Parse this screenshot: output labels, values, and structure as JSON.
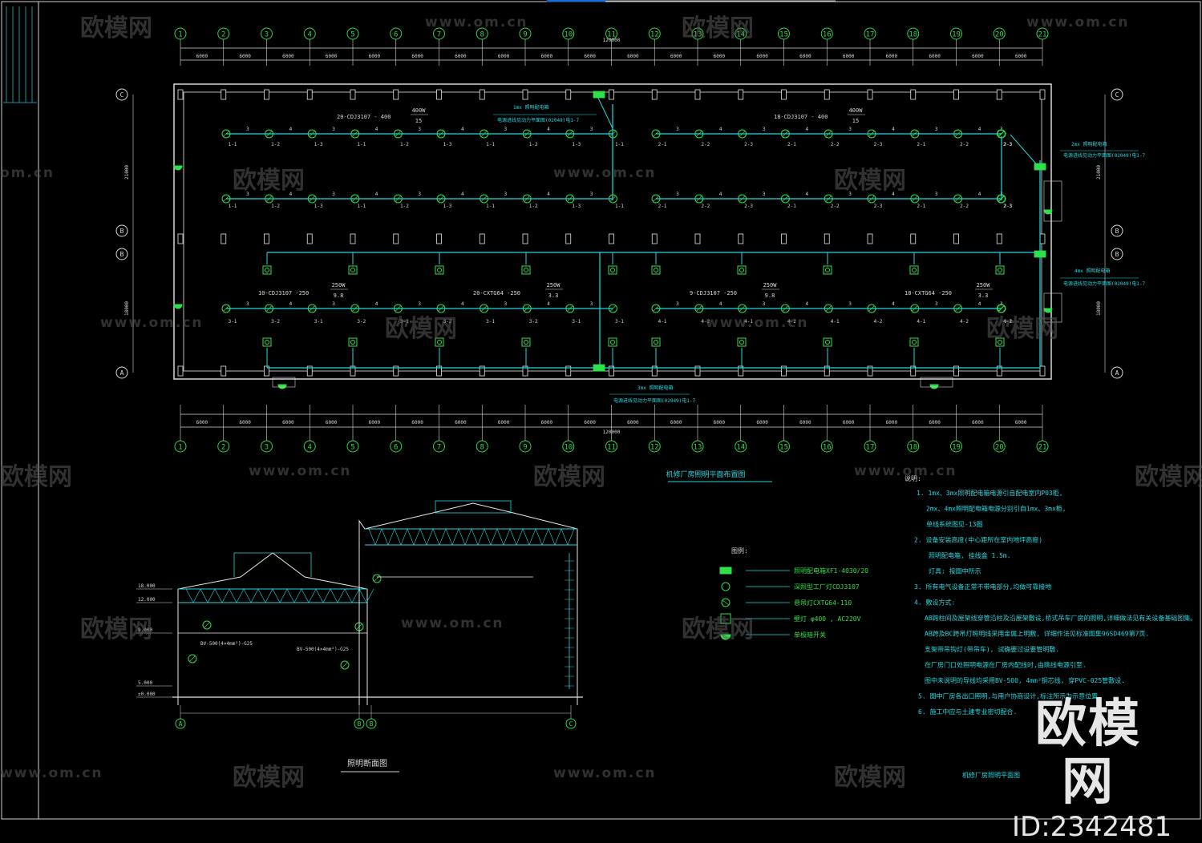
{
  "grid": {
    "column_labels": [
      "1",
      "2",
      "3",
      "4",
      "5",
      "6",
      "7",
      "8",
      "9",
      "10",
      "11",
      "12",
      "13",
      "14",
      "15",
      "16",
      "17",
      "18",
      "19",
      "20",
      "21"
    ],
    "bay_spacing": "6000",
    "total_length": "120000",
    "row_labels_left": [
      "C",
      "B",
      "B",
      "A"
    ],
    "row_labels_right": [
      "C",
      "B",
      "B",
      "A"
    ],
    "row_spacing": [
      "21000",
      "18000"
    ]
  },
  "plan": {
    "title": "机修厂房照明平面布置图",
    "panel_notes": [
      "1mx 照明配电箱",
      "2mx 照明配电箱",
      "3mx 照明配电箱",
      "4mx 照明配电箱"
    ],
    "panel_ref": "电源进线见动力平面图(02049)电1-7",
    "groups": [
      {
        "text": "20-CDJ3107 - 400",
        "power": "400W",
        "count": "15"
      },
      {
        "text": "18-CDJ3107 - 400",
        "power": "400W",
        "count": "15"
      },
      {
        "text": "10-CDJ3107 -250",
        "power": "250W",
        "count": "9.8"
      },
      {
        "text": "20-CXTG64 -250",
        "power": "250W",
        "count": "3.3"
      },
      {
        "text": "9-CDJ3107 -250",
        "power": "250W",
        "count": "9.8"
      },
      {
        "text": "18-CXTG64 -250",
        "power": "250W",
        "count": "3.3"
      }
    ],
    "circuits_top": [
      "1-1",
      "1-2",
      "1-3",
      "1-1",
      "1-2",
      "1-3",
      "1-1",
      "1-2",
      "1-3",
      "1-1",
      "2-1",
      "2-2",
      "2-3",
      "2-1",
      "2-2",
      "2-3",
      "2-1",
      "2-2",
      "2-3",
      "2-3"
    ],
    "circuits_mid": [
      "3-1",
      "3-2",
      "3-1",
      "3-2",
      "3-1",
      "3-2",
      "3-1",
      "3-2",
      "3-1",
      "3-1",
      "4-1",
      "4-2",
      "4-1",
      "4-2",
      "4-1",
      "4-2",
      "4-1",
      "4-2",
      "4-1",
      "4-2"
    ],
    "segment_labels": [
      "3",
      "4"
    ]
  },
  "section": {
    "title": "照明断面图",
    "elevations": [
      "±0.000",
      "5.000",
      "9.000",
      "12.000",
      "18.000"
    ],
    "cable_notes": [
      "BV-500(4×4mm²)-G25",
      "BV-500(4×4mm²)-G25"
    ],
    "axes": [
      "A",
      "B",
      "B",
      "C"
    ]
  },
  "legend": {
    "heading": "图例:",
    "items": [
      {
        "symbol": "panel",
        "text": "照明配电箱XF1-4030/20"
      },
      {
        "symbol": "lamp-a",
        "text": "深照型工厂灯CDJ3107"
      },
      {
        "symbol": "lamp-b",
        "text": "悬吊灯CXTG64-110"
      },
      {
        "symbol": "lamp-c",
        "text": "壁灯 φ400 , AC220V"
      },
      {
        "symbol": "lamp-d",
        "text": "单极暗开关"
      }
    ]
  },
  "notes": {
    "heading": "说明:",
    "lines": [
      "1. 1mx、3mx照明配电箱电源引自配电室内P03柜,",
      "2mx、4mx照明配电箱电源分别引自1mx、3mx柜,",
      "单线系统图见-13图",
      "2. 设备安装高度(中心距所在室内地坪高度)",
      "照明配电箱, 挂线盒 1.5m.",
      "灯具: 按图中所示",
      "3. 所有电气设备正常不带电部分,均做可靠接地",
      "4. 敷设方式:",
      "AB跨柱间及屋架线穿管沿柱及沿屋架敷设,桥式吊车厂房的照明,详细做法见有关设备基础图集。",
      "AB跨及BC跨吊灯照明线采用金属上明敷, 详细作法见标准图集96SD469第7页.",
      "支架带吊钩灯(带吊车), 试确要过设要管明敷.",
      "在厂房门口处照明电源在厂房内配线时,由跳线电源引至.",
      "图中未说明的导线均采用BV-500, 4mm²铜芯线, 穿PVC-025管敷设.",
      "5. 图中厂房各出口照明,与用户协商设计,标注所示为示意位置.",
      "6. 施工中应与土建专业密切配合."
    ],
    "footer": "机修厂房照明平面图"
  },
  "watermarks": {
    "cn": "欧模网",
    "en": "www.om.cn",
    "en_alt": "om.cn"
  },
  "brand": {
    "name": "欧模网",
    "id": "ID:2342481"
  },
  "colors": {
    "background": "#000000",
    "wire": "#22d8e0",
    "lamp": "#2ee04a",
    "wall": "#e8e8e8",
    "axis": "#2fd64a",
    "dim": "#d8d8d8",
    "text": "#d8d8d8",
    "frame": "#1f8fa0",
    "highlight": "#1a6fd8"
  }
}
